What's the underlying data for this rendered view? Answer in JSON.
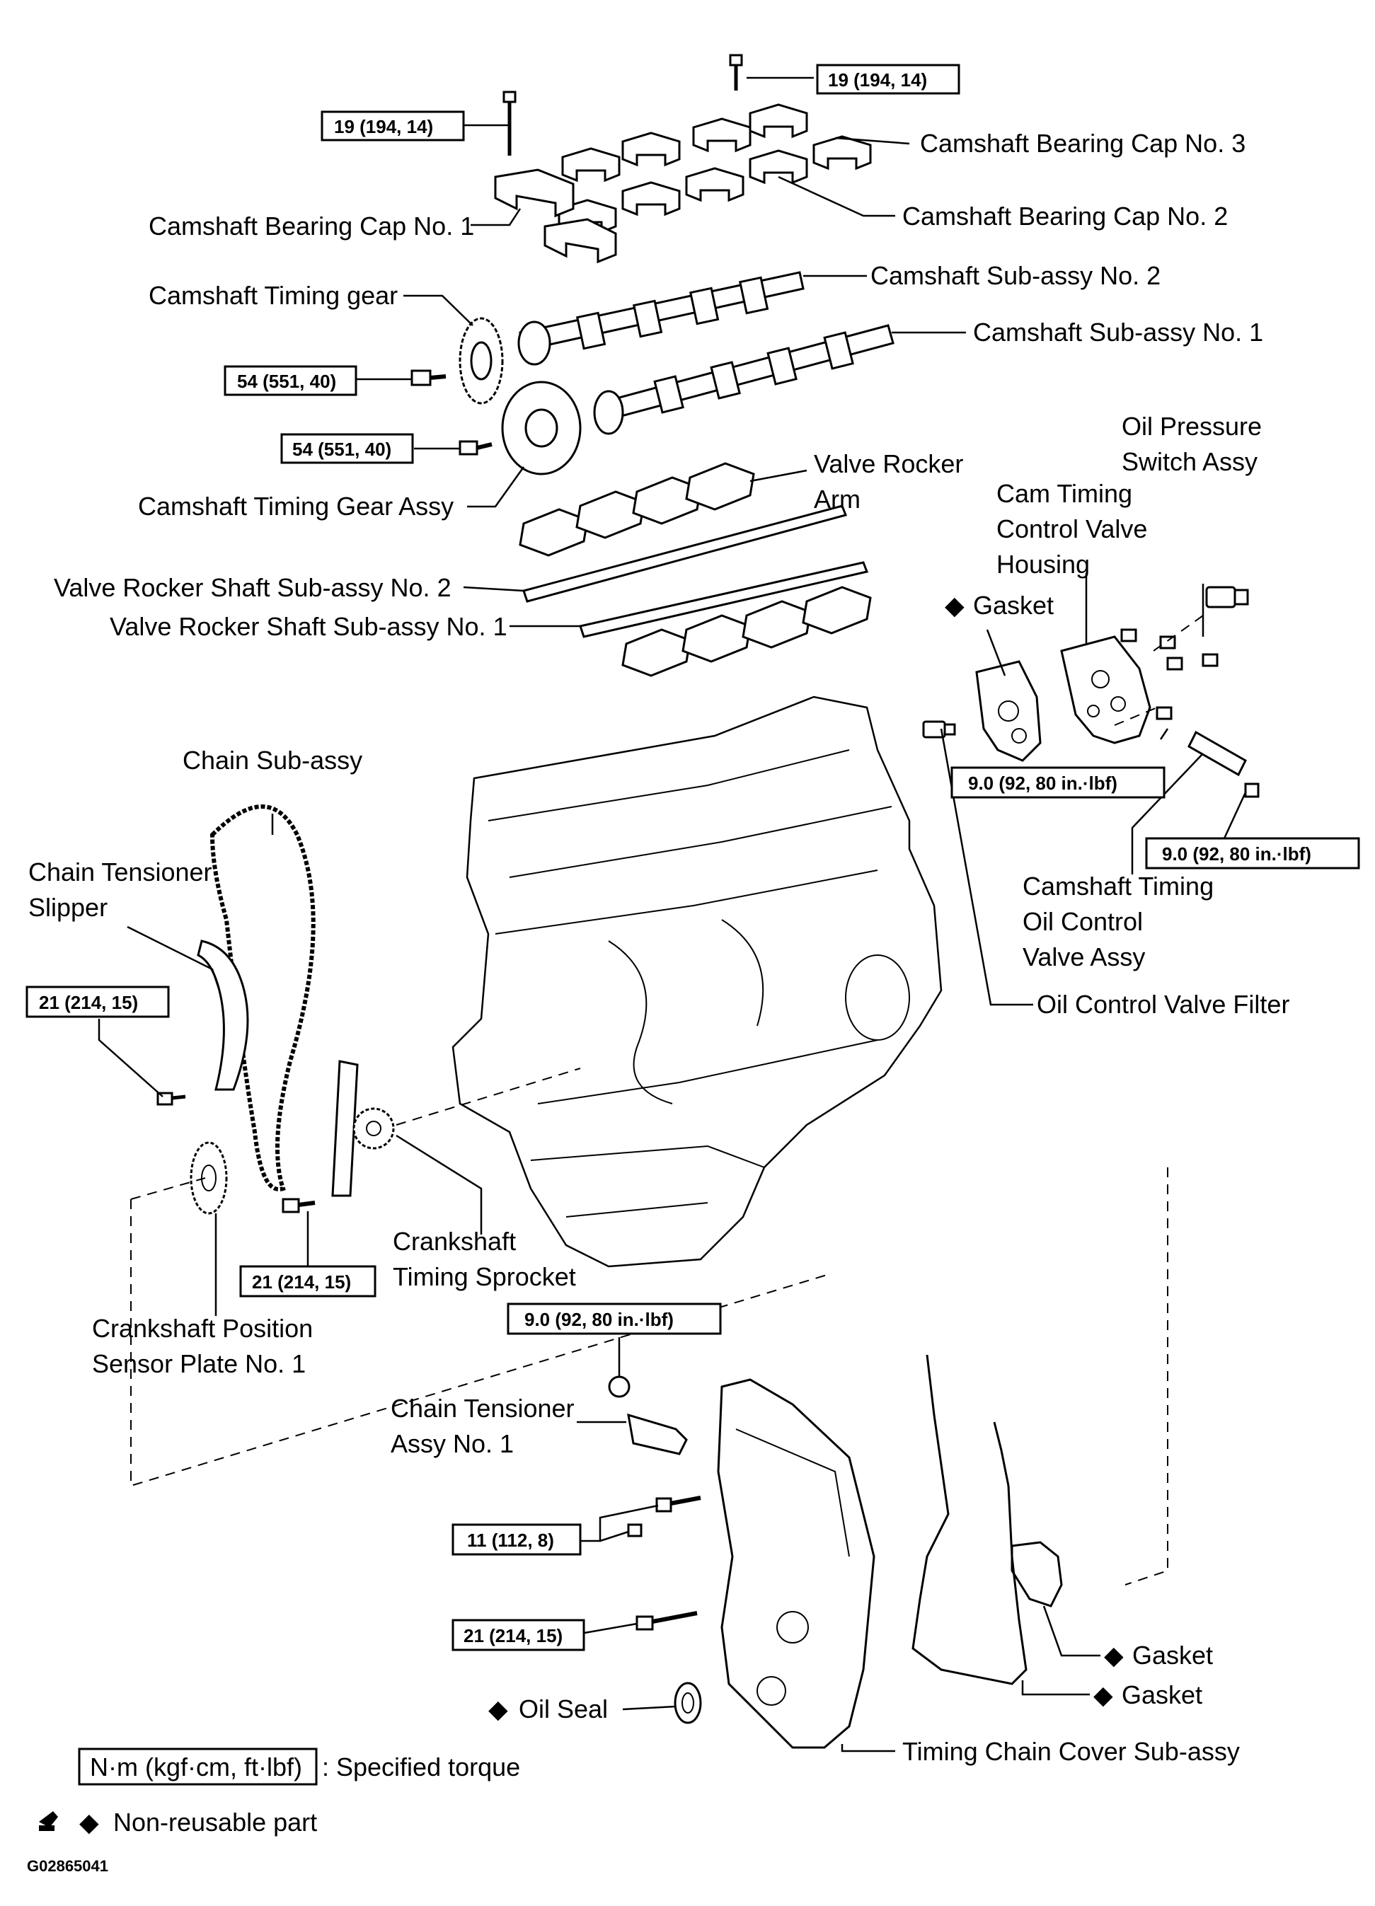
{
  "labels": {
    "bearing_cap_3": "Camshaft Bearing Cap No. 3",
    "bearing_cap_2": "Camshaft Bearing Cap No. 2",
    "bearing_cap_1": "Camshaft Bearing Cap No. 1",
    "cam_sub_2": "Camshaft Sub-assy No. 2",
    "cam_sub_1": "Camshaft Sub-assy No. 1",
    "timing_gear": "Camshaft Timing gear",
    "timing_gear_assy": "Camshaft Timing Gear Assy",
    "rocker_arm_l1": "Valve Rocker",
    "rocker_arm_l2": "Arm",
    "oil_pressure_l1": "Oil Pressure",
    "oil_pressure_l2": "Switch Assy",
    "cam_timing_housing_l1": "Cam Timing",
    "cam_timing_housing_l2": "Control Valve",
    "cam_timing_housing_l3": "Housing",
    "rocker_shaft_2": "Valve Rocker Shaft Sub-assy No. 2",
    "rocker_shaft_1": "Valve Rocker Shaft Sub-assy No. 1",
    "gasket_housing": "Gasket",
    "chain_sub": "Chain  Sub-assy",
    "tensioner_slipper_l1": "Chain Tensioner",
    "tensioner_slipper_l2": "Slipper",
    "ocv_assy_l1": "Camshaft Timing",
    "ocv_assy_l2": "Oil Control",
    "ocv_assy_l3": "Valve Assy",
    "ocv_filter": "Oil Control Valve Filter",
    "crank_sprocket_l1": "Crankshaft",
    "crank_sprocket_l2": "Timing Sprocket",
    "crank_sensor_plate_l1": "Crankshaft Position",
    "crank_sensor_plate_l2": "Sensor Plate No. 1",
    "tensioner_assy_l1": "Chain Tensioner",
    "tensioner_assy_l2": "Assy No. 1",
    "gasket_a": "Gasket",
    "gasket_b": "Gasket",
    "oil_seal": "Oil Seal",
    "timing_cover": "Timing Chain Cover Sub-assy"
  },
  "torques": {
    "bearing_cap_right": "19 (194, 14)",
    "bearing_cap_left": "19 (194, 14)",
    "timing_gear": "54 (551, 40)",
    "timing_gear_assy": "54 (551, 40)",
    "housing": "9.0 (92, 80 in.·lbf)",
    "ocv": "9.0 (92, 80 in.·lbf)",
    "slipper": "21 (214, 15)",
    "chain_guide": "21 (214, 15)",
    "tensioner": "9.0 (92, 80 in.·lbf)",
    "cover_small": "11 (112, 8)",
    "cover_large": "21 (214, 15)"
  },
  "legend": {
    "torque_unit": "N·m (kgf·cm, ft·lbf)",
    "torque_text": ": Specified torque",
    "nonreusable_text": "Non-reusable part",
    "nonreusable_symbol": "◆"
  },
  "figure_id": "G02865041"
}
